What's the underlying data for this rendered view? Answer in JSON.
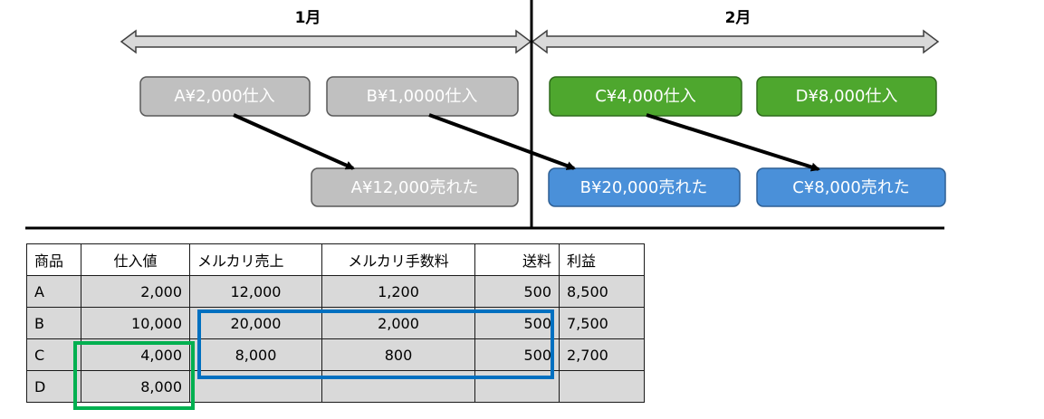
{
  "colors": {
    "gray_box": "#c0c0c0",
    "green_box": "#4ea72e",
    "blue_box": "#4a90d9",
    "highlight_green": "#00b050",
    "highlight_blue": "#0070c0"
  },
  "timeline": {
    "month1_label": "1月",
    "month2_label": "2月"
  },
  "purchases": {
    "a": "A¥2,000仕入",
    "b": "B¥1,0000仕入",
    "c": "C¥4,000仕入",
    "d": "D¥8,000仕入"
  },
  "sales": {
    "a": "A¥12,000売れた",
    "b": "B¥20,000売れた",
    "c": "C¥8,000売れた"
  },
  "table": {
    "headers": [
      "商品",
      "仕入値",
      "メルカリ売上",
      "メルカリ手数料",
      "送料",
      "利益"
    ],
    "rows": [
      [
        "A",
        "2,000",
        "12,000",
        "1,200",
        "500",
        "8,500"
      ],
      [
        "B",
        "10,000",
        "20,000",
        "2,000",
        "500",
        "7,500"
      ],
      [
        "C",
        "4,000",
        "8,000",
        "800",
        "500",
        "2,700"
      ],
      [
        "D",
        "8,000",
        "",
        "",
        "",
        ""
      ]
    ]
  }
}
